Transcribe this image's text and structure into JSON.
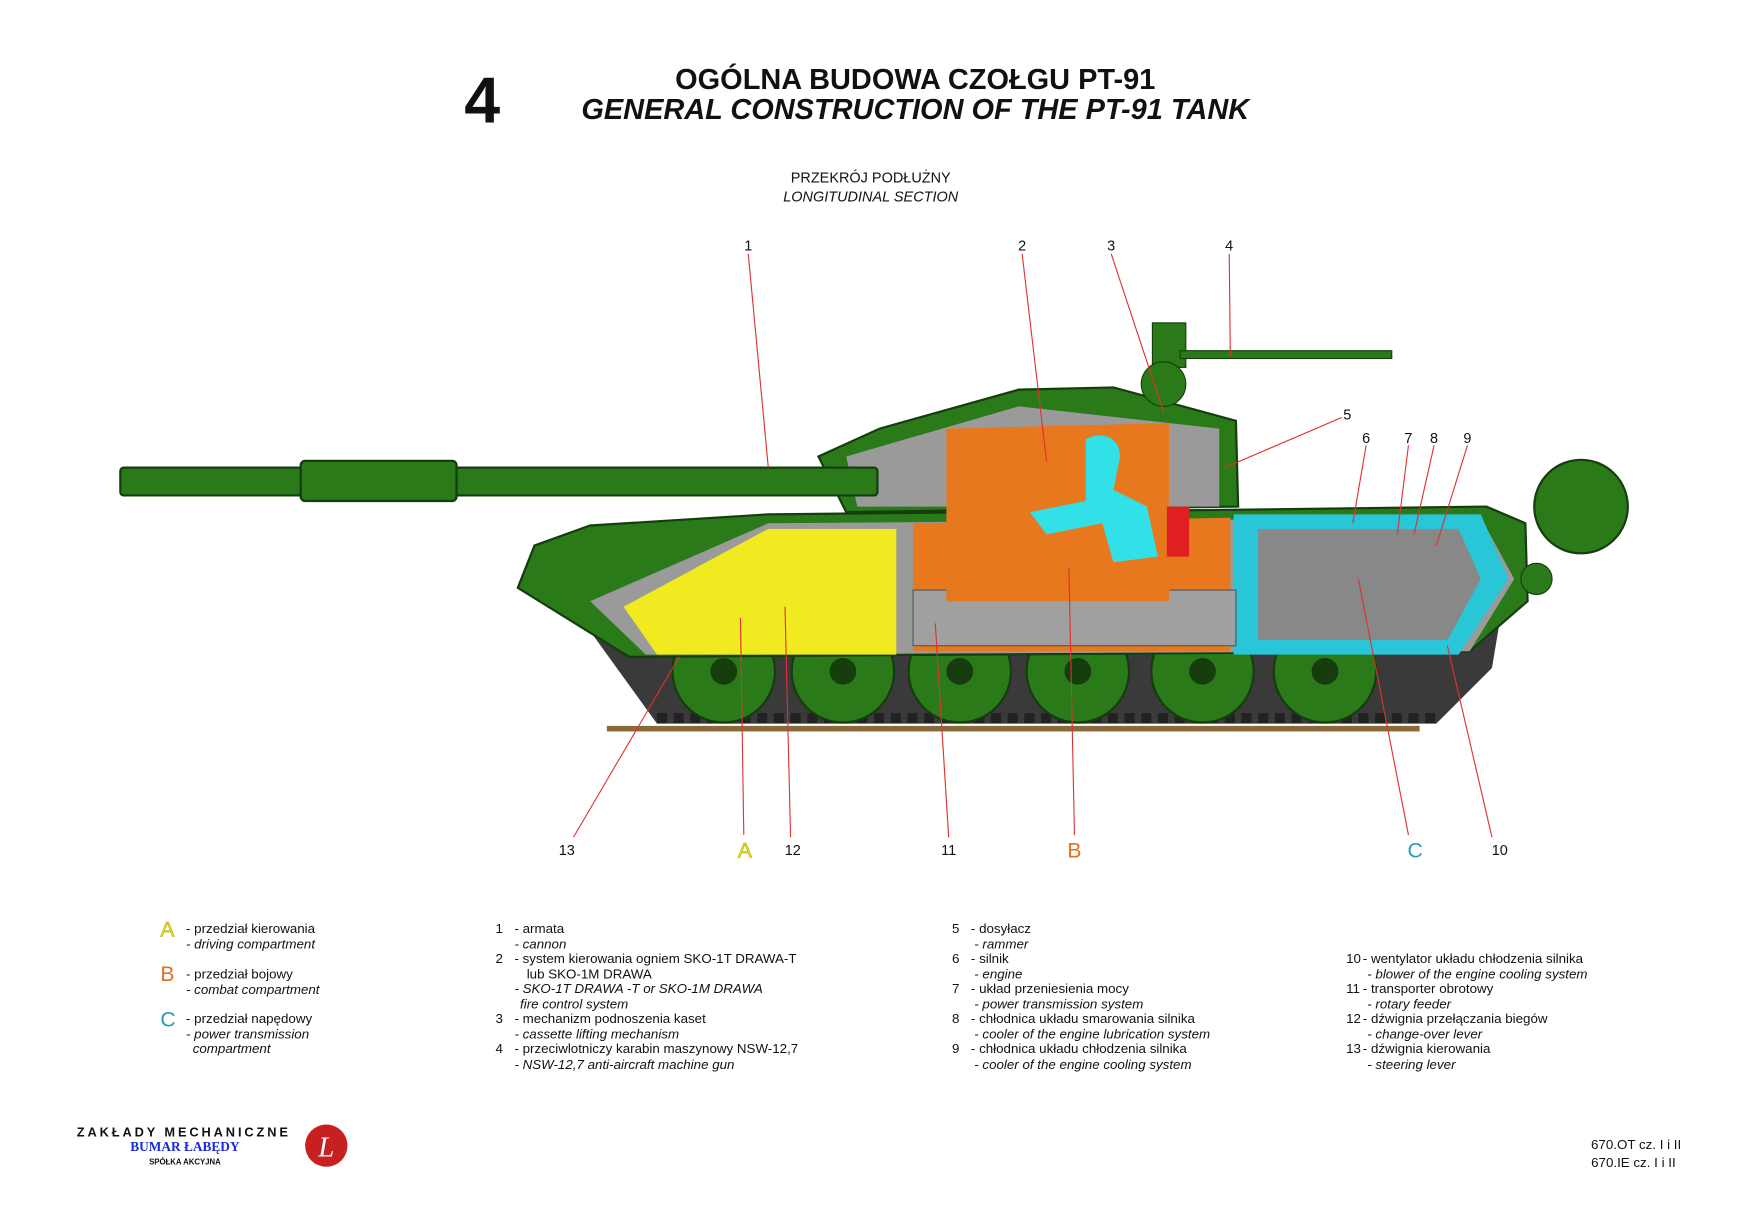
{
  "header": {
    "sheet_number": "4",
    "title_pl": "OGÓLNA BUDOWA CZOŁGU PT-91",
    "title_en": "GENERAL CONSTRUCTION OF THE PT-91 TANK",
    "section_pl": "PRZEKRÓJ PODŁUŻNY",
    "section_en": "LONGITUDINAL SECTION"
  },
  "callouts": [
    "1",
    "2",
    "3",
    "4",
    "5",
    "6",
    "7",
    "8",
    "9",
    "10",
    "11",
    "12",
    "13",
    "A",
    "B",
    "C"
  ],
  "colors": {
    "A": "#e8e020",
    "B": "#e07020",
    "C": "#20a0b0",
    "hull": "#2a7a1a",
    "leader": "#e03030"
  },
  "compartments": [
    {
      "letter": "A",
      "pl": "- przedział kierowania",
      "en": [
        "- driving compartment"
      ]
    },
    {
      "letter": "B",
      "pl": "- przedział bojowy",
      "en": [
        "- combat compartment"
      ]
    },
    {
      "letter": "C",
      "pl": "- przedział napędowy",
      "en": [
        "- power transmission",
        "compartment"
      ]
    }
  ],
  "parts": [
    {
      "num": "1",
      "pl": [
        "- armata"
      ],
      "en": [
        "- cannon"
      ]
    },
    {
      "num": "2",
      "pl": [
        "- system kierowania ogniem SKO-1T DRAWA-T",
        "lub SKO-1M DRAWA"
      ],
      "en": [
        "- SKO-1T DRAWA -T or SKO-1M DRAWA",
        "fire control system"
      ]
    },
    {
      "num": "3",
      "pl": [
        "- mechanizm podnoszenia kaset"
      ],
      "en": [
        "- cassette lifting mechanism"
      ]
    },
    {
      "num": "4",
      "pl": [
        "- przeciwlotniczy karabin maszynowy NSW-12,7"
      ],
      "en": [
        "- NSW-12,7 anti-aircraft machine gun"
      ]
    },
    {
      "num": "5",
      "pl": [
        "- dosyłacz"
      ],
      "en": [
        "- rammer"
      ]
    },
    {
      "num": "6",
      "pl": [
        "- silnik"
      ],
      "en": [
        "- engine"
      ]
    },
    {
      "num": "7",
      "pl": [
        "- układ przeniesienia mocy"
      ],
      "en": [
        "- power transmission system"
      ]
    },
    {
      "num": "8",
      "pl": [
        "- chłodnica układu smarowania silnika"
      ],
      "en": [
        "- cooler of the engine lubrication system"
      ]
    },
    {
      "num": "9",
      "pl": [
        "- chłodnica układu chłodzenia silnika"
      ],
      "en": [
        "- cooler of the engine cooling system"
      ]
    },
    {
      "num": "10",
      "pl": [
        "- wentylator układu chłodzenia silnika"
      ],
      "en": [
        "- blower of the engine cooling system"
      ]
    },
    {
      "num": "11",
      "pl": [
        "- transporter obrotowy"
      ],
      "en": [
        "- rotary feeder"
      ]
    },
    {
      "num": "12",
      "pl": [
        "- dźwignia przełączania biegów"
      ],
      "en": [
        "- change-over lever"
      ]
    },
    {
      "num": "13",
      "pl": [
        "- dźwignia kierowania"
      ],
      "en": [
        "- steering lever"
      ]
    }
  ],
  "logo": {
    "line1": "ZAKŁADY MECHANICZNE",
    "line2": "BUMAR ŁABĘDY",
    "line3": "SPÓŁKA AKCYJNA"
  },
  "doc_refs": [
    "670.OT cz. I i II",
    "670.IE cz. I i II"
  ]
}
